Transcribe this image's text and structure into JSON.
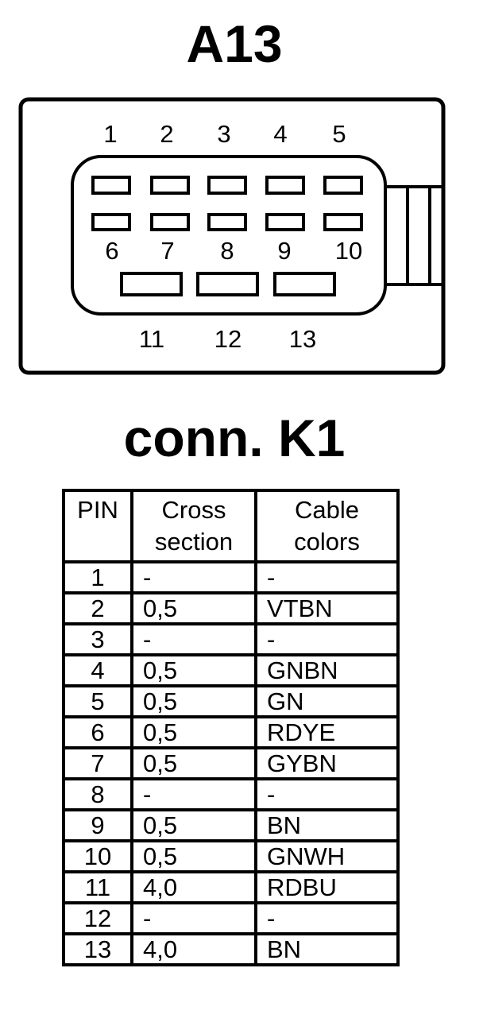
{
  "component_title": "A13",
  "connector_title": "conn. K1",
  "connector": {
    "pins_row1": [
      "1",
      "2",
      "3",
      "4",
      "5"
    ],
    "pins_row2": [
      "6",
      "7",
      "8",
      "9",
      "10"
    ],
    "pins_row3": [
      "11",
      "12",
      "13"
    ]
  },
  "table": {
    "headers": {
      "pin": "PIN",
      "cross_1": "Cross",
      "cross_2": "section",
      "color_1": "Cable",
      "color_2": "colors"
    },
    "rows": [
      {
        "pin": "1",
        "cross": "-",
        "color": "-"
      },
      {
        "pin": "2",
        "cross": "0,5",
        "color": "VTBN"
      },
      {
        "pin": "3",
        "cross": "-",
        "color": "-"
      },
      {
        "pin": "4",
        "cross": "0,5",
        "color": "GNBN"
      },
      {
        "pin": "5",
        "cross": "0,5",
        "color": "GN"
      },
      {
        "pin": "6",
        "cross": "0,5",
        "color": "RDYE"
      },
      {
        "pin": "7",
        "cross": "0,5",
        "color": "GYBN"
      },
      {
        "pin": "8",
        "cross": "-",
        "color": "-"
      },
      {
        "pin": "9",
        "cross": "0,5",
        "color": "BN"
      },
      {
        "pin": "10",
        "cross": "0,5",
        "color": "GNWH"
      },
      {
        "pin": "11",
        "cross": "4,0",
        "color": "RDBU"
      },
      {
        "pin": "12",
        "cross": "-",
        "color": "-"
      },
      {
        "pin": "13",
        "cross": "4,0",
        "color": "BN"
      }
    ]
  }
}
